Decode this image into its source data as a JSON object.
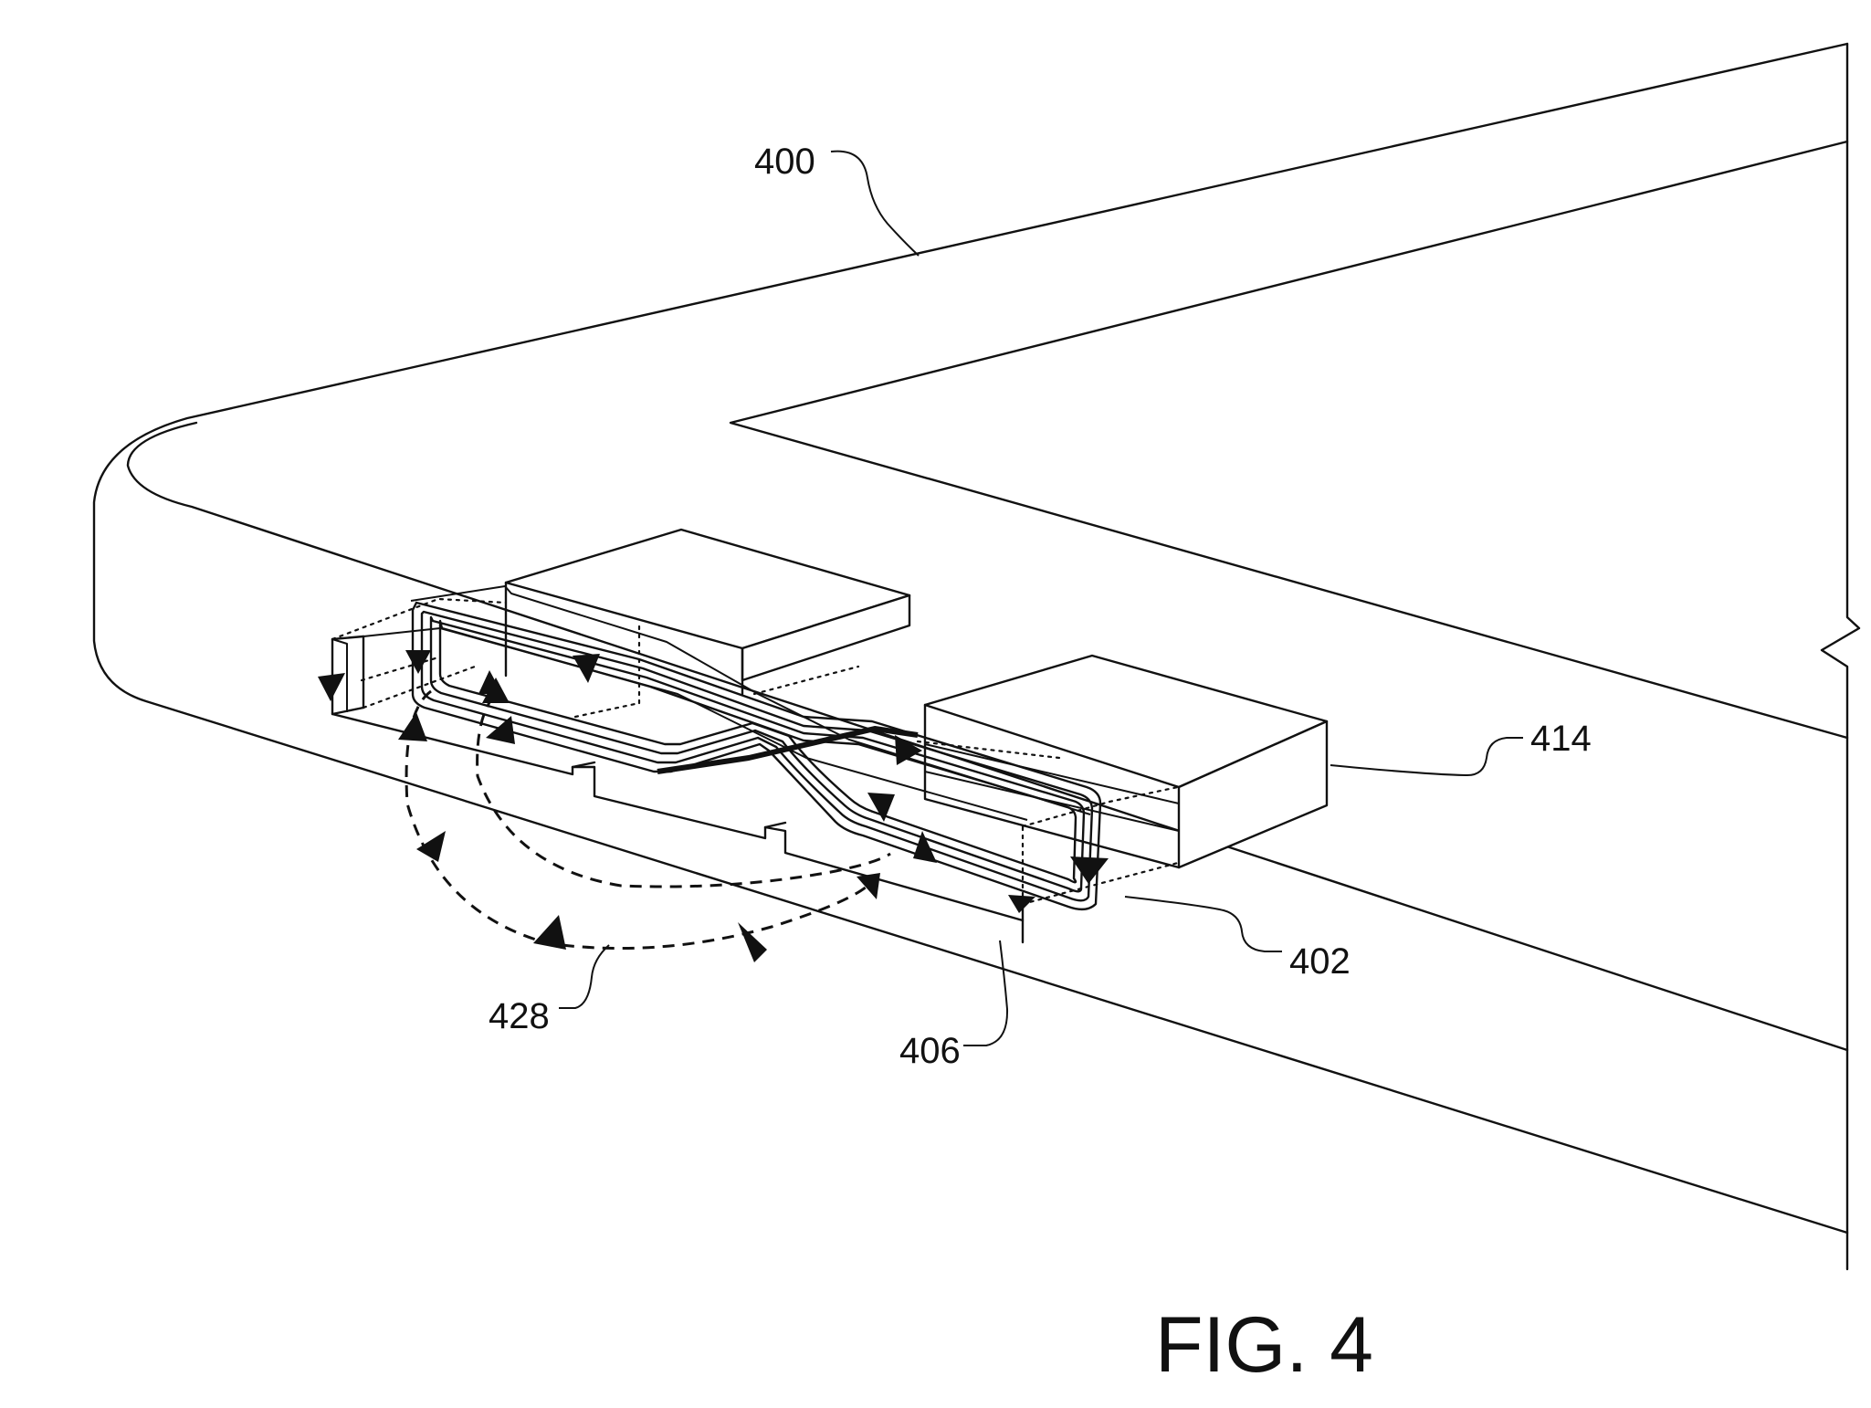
{
  "figure": {
    "caption": "FIG. 4"
  },
  "reference_labels": {
    "device": "400",
    "antenna": "402",
    "substrate": "406",
    "connector": "414",
    "magnetic_field": "428"
  }
}
